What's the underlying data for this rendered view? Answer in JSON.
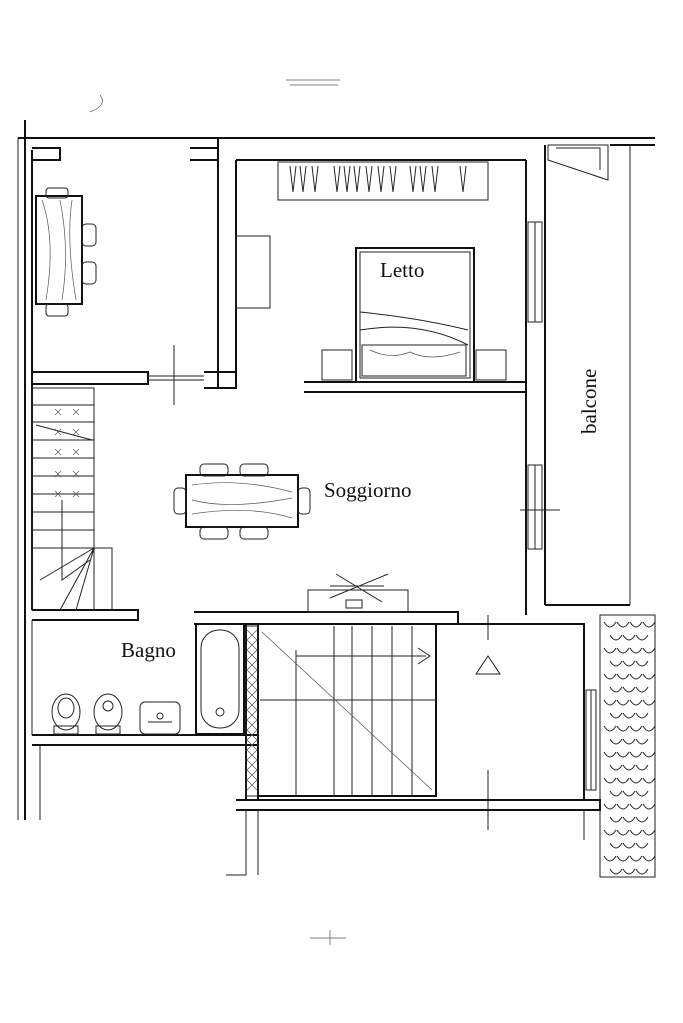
{
  "rooms": {
    "bedroom": "Letto",
    "living": "Soggiorno",
    "bathroom": "Bagno",
    "balcony": "balcone"
  },
  "colors": {
    "line": "#111111",
    "living_label": "#444444"
  }
}
